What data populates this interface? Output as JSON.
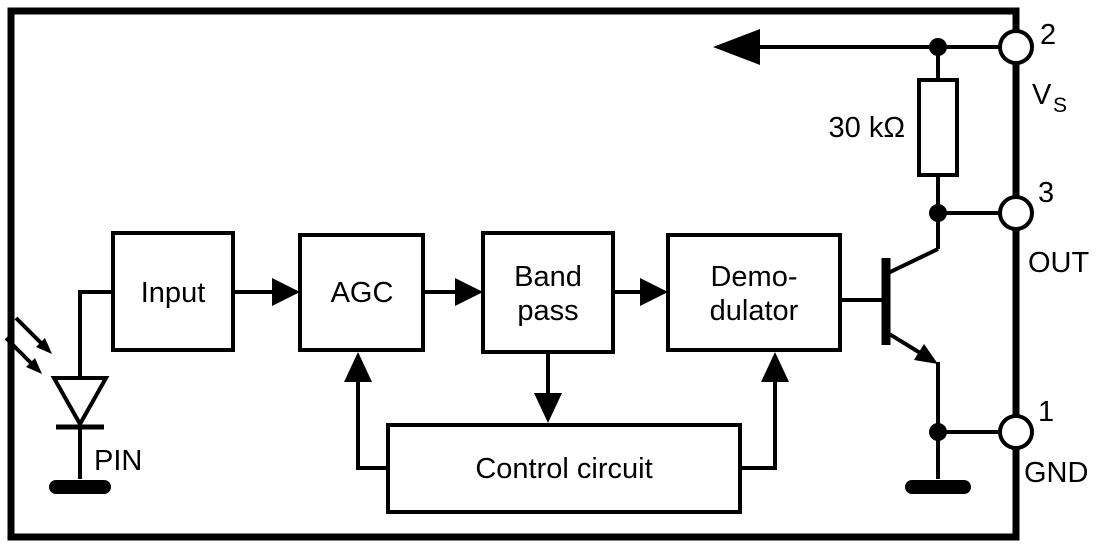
{
  "blocks": {
    "input": {
      "label": "Input"
    },
    "agc": {
      "label": "AGC"
    },
    "bandpass": {
      "line1": "Band",
      "line2": "pass"
    },
    "demodulator": {
      "line1": "Demo-",
      "line2": "dulator"
    },
    "control": {
      "label": "Control circuit"
    }
  },
  "components": {
    "resistor_value": "30 kΩ",
    "photodiode_label": "PIN"
  },
  "pins": {
    "vs": {
      "number": "2",
      "name_main": "V",
      "name_sub": "S"
    },
    "out": {
      "number": "3",
      "name": "OUT"
    },
    "gnd": {
      "number": "1",
      "name": "GND"
    }
  },
  "colors": {
    "line": "#000000",
    "fill": "#ffffff"
  }
}
